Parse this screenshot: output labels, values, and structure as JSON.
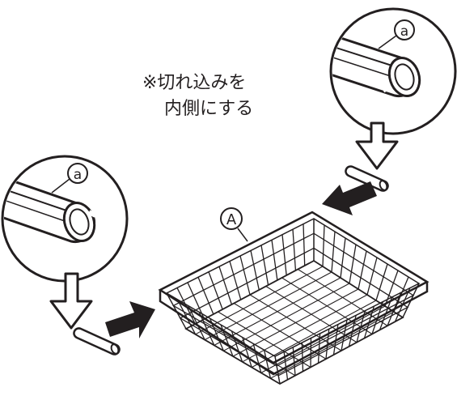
{
  "note": {
    "line1": "※切れ込みを",
    "line2": "内側にする"
  },
  "labels": {
    "part": "A",
    "detail_left": "a",
    "detail_right": "a"
  },
  "colors": {
    "ink": "#231f20",
    "paper": "#ffffff"
  },
  "icons": [
    "insert-arrow-icon",
    "down-arrow-icon",
    "magnifier-circle-icon"
  ]
}
